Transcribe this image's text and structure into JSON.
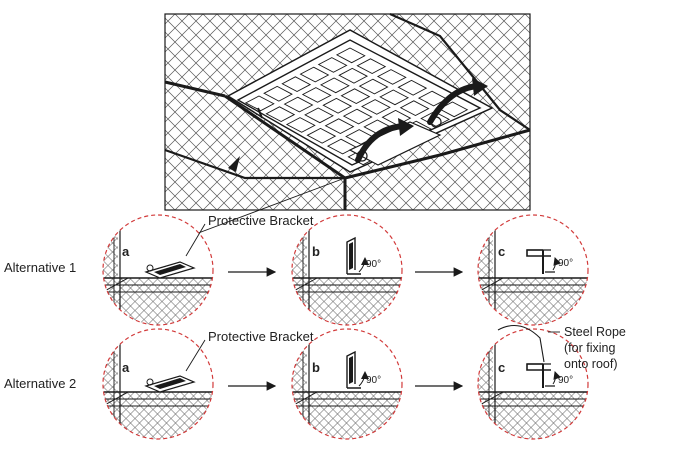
{
  "labels": {
    "protective_bracket_top": "Protective Bracket",
    "protective_bracket_bottom": "Protective Bracket",
    "alternative_1": "Alternative 1",
    "alternative_2": "Alternative 2",
    "steel_rope_line1": "Steel Rope",
    "steel_rope_line2": "(for fixing",
    "steel_rope_line3": "onto roof)"
  },
  "steps": {
    "row1": [
      "a",
      "b",
      "c"
    ],
    "row2": [
      "a",
      "b",
      "c"
    ]
  },
  "angle_label": "90°",
  "colors": {
    "line": "#1a1a1a",
    "circle_dash": "#d23a3a",
    "background": "#ffffff"
  },
  "icons": [
    "arrow-right-icon",
    "curved-arrow-icon",
    "bracket-icon"
  ]
}
